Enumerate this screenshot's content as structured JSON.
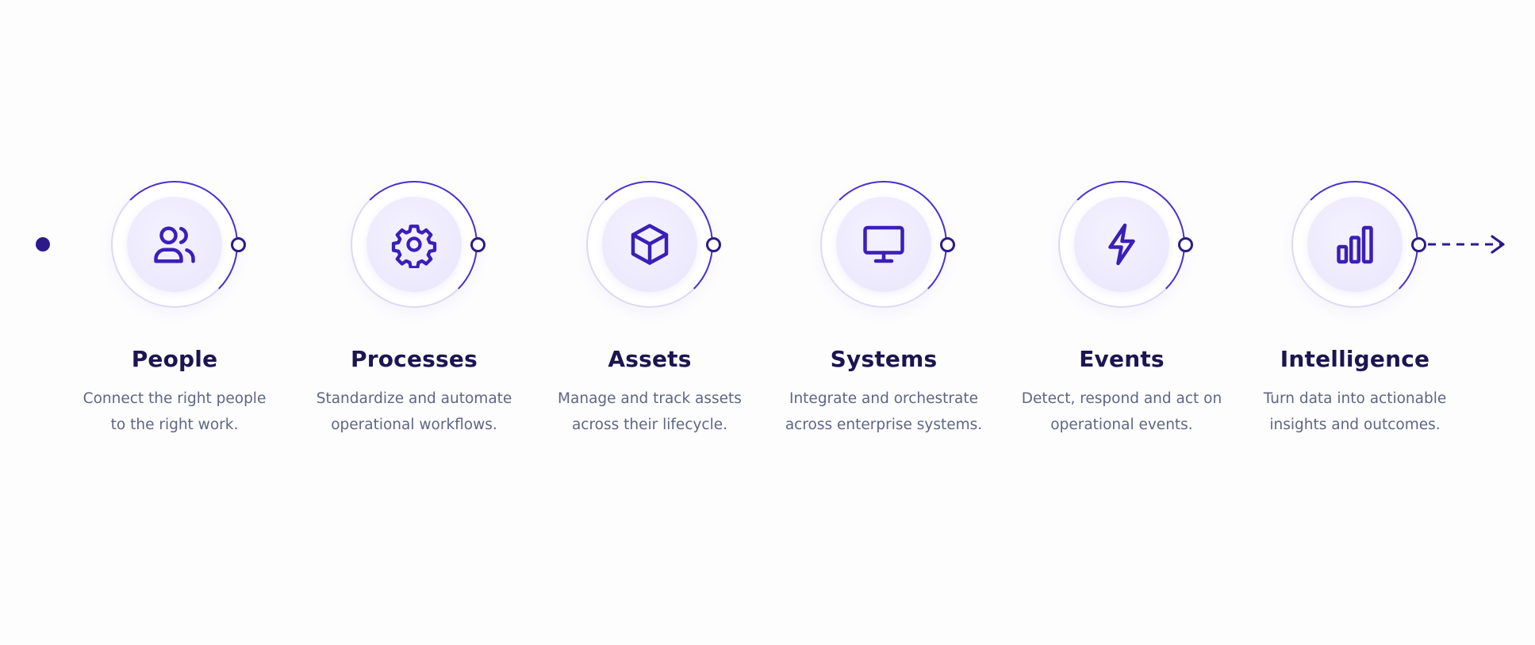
{
  "colors": {
    "accent": "#4a2fd0",
    "dark": "#2c1a8a",
    "title": "#1c1550",
    "text": "#5f6584",
    "disc": "#ede9fd"
  },
  "steps": [
    {
      "title": "People",
      "icon": "users-icon",
      "desc": [
        "Connect the right people",
        "to the right work."
      ]
    },
    {
      "title": "Processes",
      "icon": "gear-icon",
      "desc": [
        "Standardize and automate",
        "operational workflows."
      ]
    },
    {
      "title": "Assets",
      "icon": "box-icon",
      "desc": [
        "Manage and track assets",
        "across their lifecycle."
      ]
    },
    {
      "title": "Systems",
      "icon": "monitor-icon",
      "desc": [
        "Integrate and orchestrate",
        "across enterprise systems."
      ]
    },
    {
      "title": "Events",
      "icon": "lightning-icon",
      "desc": [
        "Detect, respond and act on",
        "operational events."
      ]
    },
    {
      "title": "Intelligence",
      "icon": "bar-chart-icon",
      "desc": [
        "Turn data into actionable",
        "insights and outcomes."
      ]
    }
  ]
}
